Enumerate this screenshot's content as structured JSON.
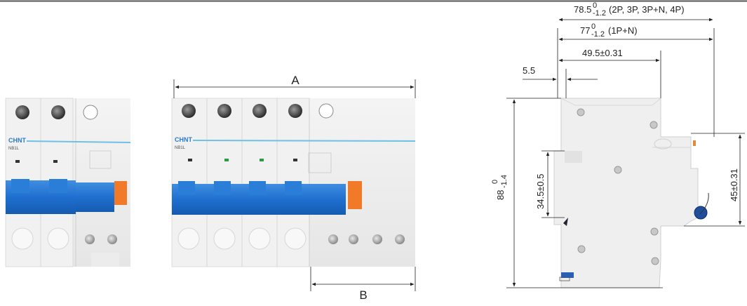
{
  "diagram": {
    "front_view_a": {
      "label_a": "A",
      "label_b": "B"
    },
    "side_view": {
      "width_main": "78.5",
      "width_main_tol_upper": "0",
      "width_main_tol_lower": "-1.2",
      "width_main_note": "(2P, 3P, 3P+N, 4P)",
      "width_alt": "77",
      "width_alt_tol_upper": "0",
      "width_alt_tol_lower": "-1.2",
      "width_alt_note": "(1P+N)",
      "depth_front": "49.5±0.31",
      "offset_left": "5.5",
      "height_total": "88",
      "height_tol_upper": "0",
      "height_tol_lower": "-1.4",
      "height_rail": "34.5±0.5",
      "height_right": "45±0.31"
    },
    "brand_label": "CHNT",
    "model_label_small": "NB1L",
    "model_label_large": "NB1L"
  }
}
